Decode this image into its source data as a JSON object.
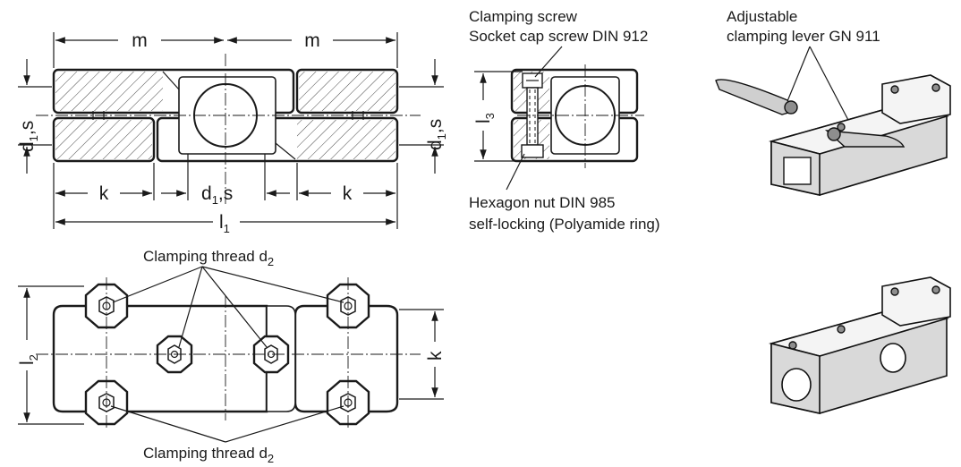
{
  "labels": {
    "clamping_screw_line1": "Clamping screw",
    "clamping_screw_line2": "Socket cap screw DIN 912",
    "lever_line1": "Adjustable",
    "lever_line2": "clamping lever  GN 911",
    "nut_line1": "Hexagon nut  DIN 985",
    "nut_line2": "self-locking (Polyamide ring)",
    "thread_top": "Clamping thread d",
    "thread_bottom": "Clamping thread d",
    "thread_sub": "2"
  },
  "dimensions": {
    "m": "m",
    "k": "k",
    "d1s_base": "d",
    "d1s_sub": "1",
    "d1s_suffix": ",s",
    "l1_base": "l",
    "l1_sub": "1",
    "l2_base": "l",
    "l2_sub": "2",
    "l3_base": "l",
    "l3_sub": "3"
  }
}
